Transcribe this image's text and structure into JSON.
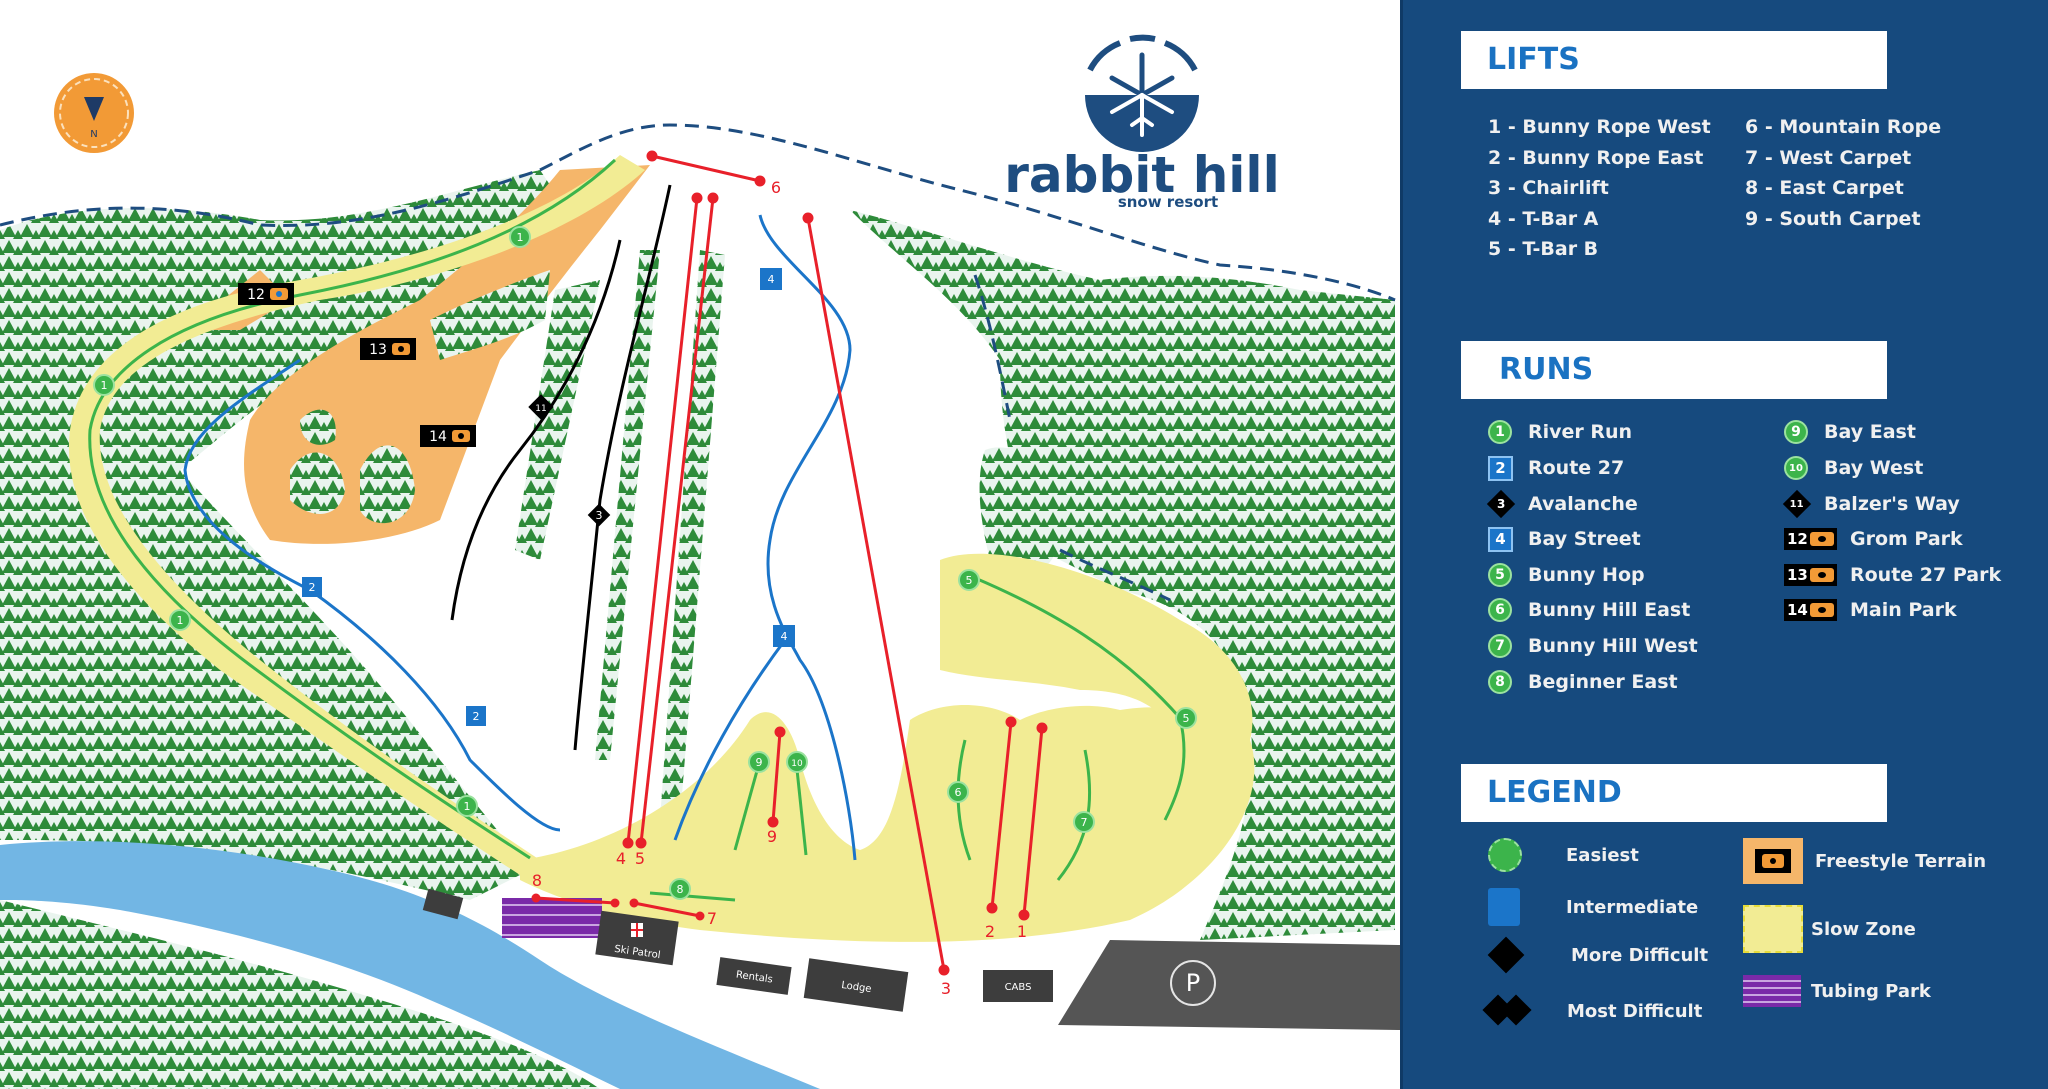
{
  "resort": {
    "name": "rabbit hill",
    "tagline": "snow resort",
    "brand_color": "#1e4d80"
  },
  "compass": {
    "label": "N",
    "color": "#f29a36"
  },
  "colors": {
    "panel_bg": "#164a7e",
    "heading_text": "#1a72c2",
    "easiest": "#3cb44b",
    "intermediate": "#1b75c9",
    "difficult": "#000000",
    "lift": "#e8202a",
    "freestyle": "#f5b66a",
    "slow_zone": "#f2ec94",
    "tubing": "#7a2aa8",
    "river": "#72b6e4",
    "trees": "#2e8b3a",
    "building": "#3d3d3d"
  },
  "lifts": {
    "heading": "LIFTS",
    "items": [
      {
        "num": "1",
        "label": "1 - Bunny Rope West"
      },
      {
        "num": "2",
        "label": "2 - Bunny Rope East"
      },
      {
        "num": "3",
        "label": "3 - Chairlift"
      },
      {
        "num": "4",
        "label": "4 - T-Bar A"
      },
      {
        "num": "5",
        "label": "5 - T-Bar B"
      },
      {
        "num": "6",
        "label": "6 - Mountain Rope"
      },
      {
        "num": "7",
        "label": "7 - West Carpet"
      },
      {
        "num": "8",
        "label": "8 - East Carpet"
      },
      {
        "num": "9",
        "label": "9 - South Carpet"
      }
    ]
  },
  "runs": {
    "heading": "RUNS",
    "items": [
      {
        "num": "1",
        "name": "River Run",
        "difficulty": "easiest"
      },
      {
        "num": "2",
        "name": "Route 27",
        "difficulty": "intermediate"
      },
      {
        "num": "3",
        "name": "Avalanche",
        "difficulty": "more-difficult"
      },
      {
        "num": "4",
        "name": "Bay Street",
        "difficulty": "intermediate"
      },
      {
        "num": "5",
        "name": "Bunny Hop",
        "difficulty": "easiest"
      },
      {
        "num": "6",
        "name": "Bunny Hill East",
        "difficulty": "easiest"
      },
      {
        "num": "7",
        "name": "Bunny Hill West",
        "difficulty": "easiest"
      },
      {
        "num": "8",
        "name": "Beginner East",
        "difficulty": "easiest"
      },
      {
        "num": "9",
        "name": "Bay East",
        "difficulty": "easiest"
      },
      {
        "num": "10",
        "name": "Bay West",
        "difficulty": "easiest"
      },
      {
        "num": "11",
        "name": "Balzer's Way",
        "difficulty": "more-difficult"
      },
      {
        "num": "12",
        "name": "Grom Park",
        "difficulty": "freestyle"
      },
      {
        "num": "13",
        "name": "Route 27 Park",
        "difficulty": "freestyle"
      },
      {
        "num": "14",
        "name": "Main Park",
        "difficulty": "freestyle"
      }
    ]
  },
  "legend": {
    "heading": "LEGEND",
    "items": [
      {
        "label": "Easiest",
        "icon": "green-circle-icon"
      },
      {
        "label": "Intermediate",
        "icon": "blue-square-icon"
      },
      {
        "label": "More Difficult",
        "icon": "black-diamond-icon"
      },
      {
        "label": "Most Difficult",
        "icon": "double-black-diamond-icon"
      },
      {
        "label": "Freestyle Terrain",
        "icon": "freestyle-terrain-icon"
      },
      {
        "label": "Slow Zone",
        "icon": "slow-zone-icon"
      },
      {
        "label": "Tubing Park",
        "icon": "tubing-park-icon"
      }
    ]
  },
  "map": {
    "buildings": [
      {
        "label": "",
        "name": "building-west"
      },
      {
        "label": "Ski Patrol",
        "name": "ski-patrol-building"
      },
      {
        "label": "Rentals",
        "name": "rentals-building"
      },
      {
        "label": "Lodge",
        "name": "lodge-building"
      },
      {
        "label": "CABS",
        "name": "cabs-building"
      }
    ],
    "parking_label": "P",
    "lift_labels": [
      "1",
      "2",
      "3",
      "4",
      "5",
      "6",
      "7",
      "8",
      "9"
    ],
    "run_markers": [
      "1",
      "2",
      "3",
      "4",
      "5",
      "6",
      "7",
      "8",
      "9",
      "10",
      "11",
      "12",
      "13",
      "14"
    ]
  }
}
